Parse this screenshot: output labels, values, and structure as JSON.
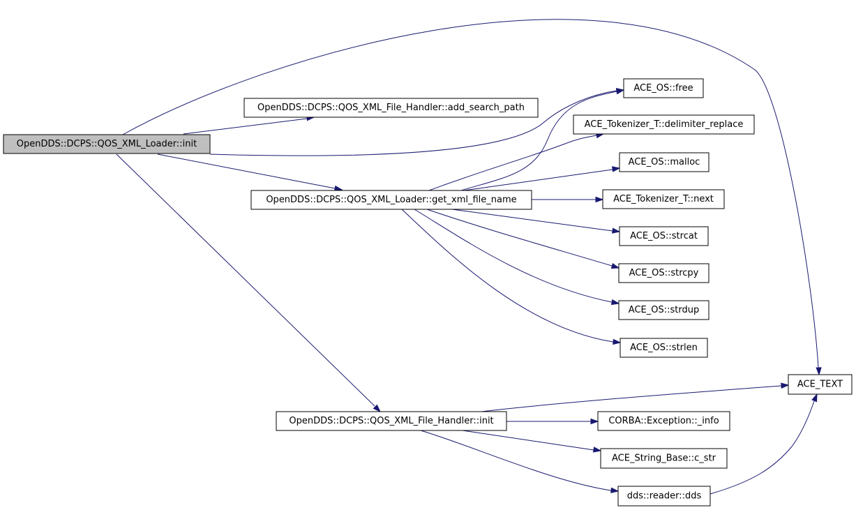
{
  "graph": {
    "nodes": [
      {
        "id": "n0",
        "label": "OpenDDS::DCPS::QOS_XML_Loader::init",
        "root": true
      },
      {
        "id": "n1",
        "label": "OpenDDS::DCPS::QOS_XML_File_Handler::add_search_path"
      },
      {
        "id": "n2",
        "label": "ACE_OS::free"
      },
      {
        "id": "n3",
        "label": "ACE_Tokenizer_T::delimiter_replace"
      },
      {
        "id": "n4",
        "label": "ACE_OS::malloc"
      },
      {
        "id": "n5",
        "label": "OpenDDS::DCPS::QOS_XML_Loader::get_xml_file_name"
      },
      {
        "id": "n6",
        "label": "ACE_Tokenizer_T::next"
      },
      {
        "id": "n7",
        "label": "ACE_OS::strcat"
      },
      {
        "id": "n8",
        "label": "ACE_OS::strcpy"
      },
      {
        "id": "n9",
        "label": "ACE_OS::strdup"
      },
      {
        "id": "n10",
        "label": "ACE_OS::strlen"
      },
      {
        "id": "n11",
        "label": "ACE_TEXT"
      },
      {
        "id": "n12",
        "label": "OpenDDS::DCPS::QOS_XML_File_Handler::init"
      },
      {
        "id": "n13",
        "label": "CORBA::Exception::_info"
      },
      {
        "id": "n14",
        "label": "ACE_String_Base::c_str"
      },
      {
        "id": "n15",
        "label": "dds::reader::dds"
      }
    ],
    "edges": [
      {
        "from": "n0",
        "to": "n11"
      },
      {
        "from": "n0",
        "to": "n1"
      },
      {
        "from": "n0",
        "to": "n2"
      },
      {
        "from": "n0",
        "to": "n5"
      },
      {
        "from": "n0",
        "to": "n12"
      },
      {
        "from": "n5",
        "to": "n2"
      },
      {
        "from": "n5",
        "to": "n3"
      },
      {
        "from": "n5",
        "to": "n4"
      },
      {
        "from": "n5",
        "to": "n6"
      },
      {
        "from": "n5",
        "to": "n7"
      },
      {
        "from": "n5",
        "to": "n8"
      },
      {
        "from": "n5",
        "to": "n9"
      },
      {
        "from": "n5",
        "to": "n10"
      },
      {
        "from": "n12",
        "to": "n11"
      },
      {
        "from": "n12",
        "to": "n13"
      },
      {
        "from": "n12",
        "to": "n14"
      },
      {
        "from": "n12",
        "to": "n15"
      },
      {
        "from": "n15",
        "to": "n11"
      }
    ]
  }
}
